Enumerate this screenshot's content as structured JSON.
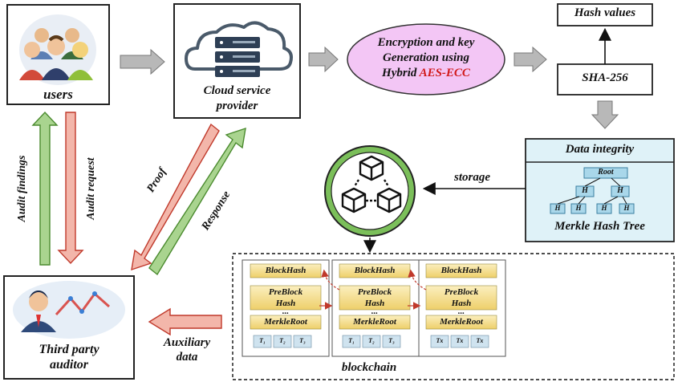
{
  "users": {
    "label": "users"
  },
  "cloud": {
    "label_line1": "Cloud service",
    "label_line2": "provider"
  },
  "encryption": {
    "line1": "Encryption and key",
    "line2": "Generation using",
    "line3_prefix": "Hybrid ",
    "line3_highlight": "AES-ECC"
  },
  "hash_values": {
    "label": "Hash values"
  },
  "sha": {
    "label": "SHA-256"
  },
  "data_integrity": {
    "title": "Data integrity",
    "tree_root": "Root",
    "tree_node": "H",
    "tree_caption": "Merkle Hash Tree"
  },
  "storage": {
    "label": "storage"
  },
  "arrows": {
    "audit_findings": "Audit findings",
    "audit_request": "Audit request",
    "proof": "Proof",
    "response": "Response",
    "auxiliary_line1": "Auxiliary",
    "auxiliary_line2": "data"
  },
  "blockchain": {
    "label": "blockchain",
    "block_hash": "BlockHash",
    "pre_block_line1": "PreBlock",
    "pre_block_line2": "Hash",
    "merkle_root": "MerkleRoot",
    "dots": "...",
    "tx_labels_a": [
      "T₁",
      "T₂",
      "T₃"
    ],
    "tx_labels_b": [
      "Tx",
      "Tx",
      "Tx"
    ]
  },
  "tpa": {
    "label_line1": "Third party",
    "label_line2": "auditor"
  },
  "colors": {
    "gray_arrow": "#b8b8b8",
    "red_arrow": "#f3b6aa",
    "red_border": "#c0392b",
    "green_arrow": "#a9d48f",
    "green_border": "#4a8a2e",
    "ellipse_fill": "#f3c6f5",
    "aes_red": "#d11a1a",
    "di_fill": "#dff2f8",
    "block_yellow": "#f7e29a",
    "tx_fill": "#cfe3ef",
    "blockchain_circle": "#7bbf5a"
  }
}
